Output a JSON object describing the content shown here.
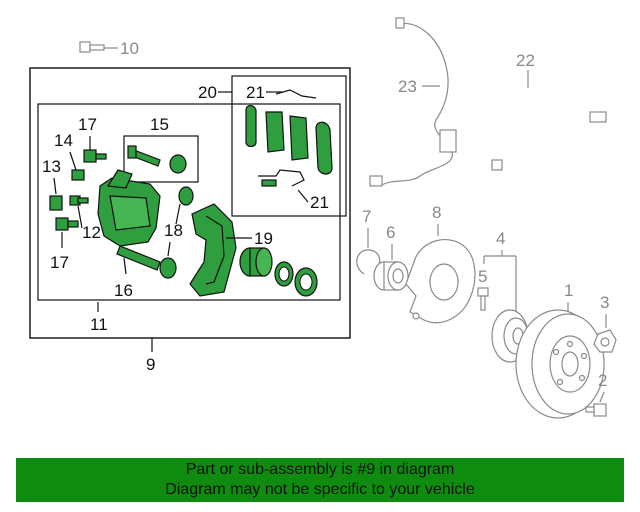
{
  "callouts": {
    "c1": "1",
    "c2": "2",
    "c3": "3",
    "c4": "4",
    "c5": "5",
    "c6": "6",
    "c7": "7",
    "c8": "8",
    "c9": "9",
    "c10": "10",
    "c11": "11",
    "c12": "12",
    "c13": "13",
    "c14": "14",
    "c15": "15",
    "c16": "16",
    "c17a": "17",
    "c17b": "17",
    "c18": "18",
    "c19": "19",
    "c20": "20",
    "c21a": "21",
    "c21b": "21",
    "c22": "22",
    "c23": "23"
  },
  "highlighted_parts": [
    "11",
    "12",
    "13",
    "14",
    "15",
    "16",
    "17",
    "18",
    "19",
    "20",
    "21"
  ],
  "colors": {
    "highlight": "#2e9e3e",
    "banner": "#0f8c0f",
    "unselected": "#888888"
  },
  "banner": {
    "line1": "Part or sub-assembly is #9 in diagram",
    "line2": "Diagram may not be specific to your vehicle"
  }
}
